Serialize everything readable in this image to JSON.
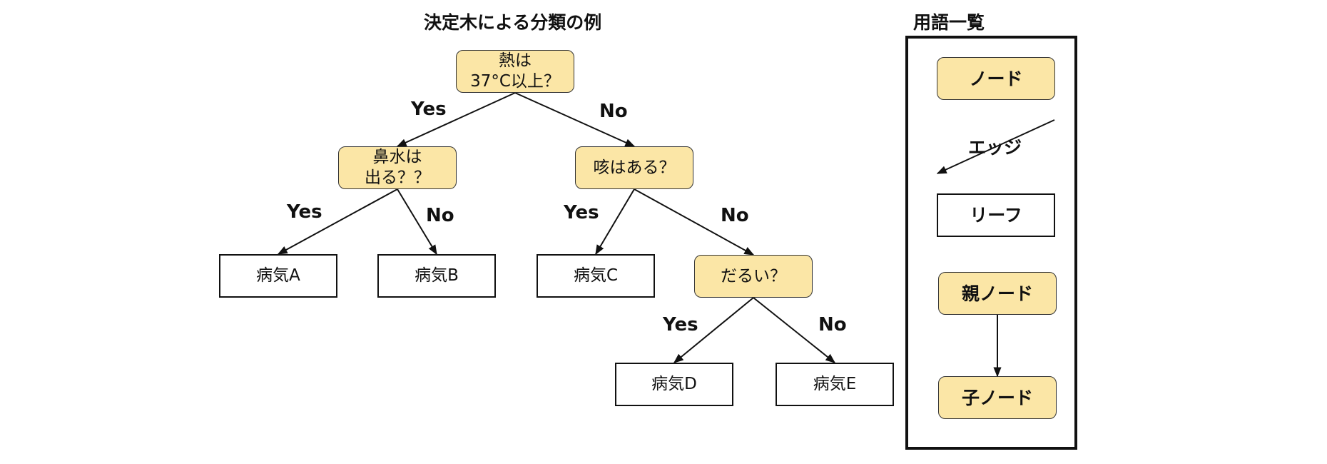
{
  "diagram": {
    "title": "決定木による分類の例",
    "nodes": [
      {
        "id": "n1",
        "type": "internal",
        "lines": [
          "熱は",
          "37°C以上？"
        ]
      },
      {
        "id": "n2",
        "type": "internal",
        "lines": [
          "鼻水は",
          "出る？？"
        ]
      },
      {
        "id": "n3",
        "type": "internal",
        "lines": [
          "咳はある？"
        ]
      },
      {
        "id": "n4",
        "type": "leaf",
        "lines": [
          "病気A"
        ]
      },
      {
        "id": "n5",
        "type": "leaf",
        "lines": [
          "病気B"
        ]
      },
      {
        "id": "n6",
        "type": "leaf",
        "lines": [
          "病気C"
        ]
      },
      {
        "id": "n7",
        "type": "internal",
        "lines": [
          "だるい？"
        ]
      },
      {
        "id": "n8",
        "type": "leaf",
        "lines": [
          "病気D"
        ]
      },
      {
        "id": "n9",
        "type": "leaf",
        "lines": [
          "病気E"
        ]
      }
    ],
    "edges": [
      {
        "from": "n1",
        "to": "n2",
        "label": "Yes"
      },
      {
        "from": "n1",
        "to": "n3",
        "label": "No"
      },
      {
        "from": "n2",
        "to": "n4",
        "label": "Yes"
      },
      {
        "from": "n2",
        "to": "n5",
        "label": "No"
      },
      {
        "from": "n3",
        "to": "n6",
        "label": "Yes"
      },
      {
        "from": "n3",
        "to": "n7",
        "label": "No"
      },
      {
        "from": "n7",
        "to": "n8",
        "label": "Yes"
      },
      {
        "from": "n7",
        "to": "n9",
        "label": "No"
      }
    ]
  },
  "legend": {
    "title": "用語一覧",
    "node_label": "ノード",
    "edge_label": "エッジ",
    "leaf_label": "リーフ",
    "parent_label": "親ノード",
    "child_label": "子ノード"
  },
  "colors": {
    "internal_fill": "#fbe6a6",
    "line": "#111111"
  }
}
